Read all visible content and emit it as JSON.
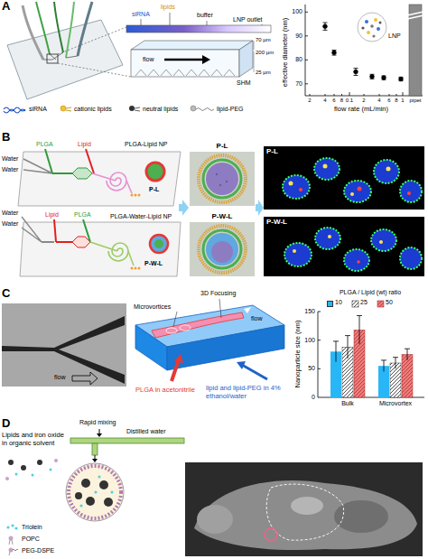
{
  "diagram": {
    "nodes": [
      {
        "text": [
          "P-L"
        ]
      },
      {
        "text": [
          "P-L"
        ]
      },
      {
        "text": [
          "P-W-L"
        ]
      },
      {
        "text": [
          "P-W-L"
        ]
      }
    ],
    "labels": [
      "A",
      "siRNA",
      "lipids",
      "buffer",
      "LNP outlet",
      "flow",
      "SHM",
      "70 µm",
      "200 µm",
      "25 µm",
      "effective diameter (nm)",
      "100",
      "90",
      "80",
      "70",
      "2",
      "4",
      "6",
      "8",
      "0.1",
      "2",
      "4",
      "6",
      "8",
      "1",
      "pipet",
      "flow rate (mL/min)",
      "LNP",
      "B",
      "Water",
      "Water",
      "PLGA",
      "Lipid",
      "PLGA-Lipid NP",
      "P-L",
      "Water",
      "Water",
      "Lipid",
      "PLGA",
      "PLGA-Water-Lipid NP",
      "P-W-L",
      "C",
      "flow",
      "3D Focusing",
      "Microvortices",
      "flow",
      "PLGA in acetonitrile",
      "lipid and lipid-PEG in 4% ethanol/water",
      "PLGA / Lipid (wt) ratio",
      "Nanoparticle size (nm)",
      "150",
      "100",
      "50",
      "0",
      "Bulk",
      "Microvortex",
      "D",
      "Rapid mixing",
      "Distilled water",
      "Lipids and iron oxide in organic solvent"
    ],
    "legend": [
      {
        "text": "siRNA"
      },
      {
        "text": "cationic lipids"
      },
      {
        "text": "neutral lipids"
      },
      {
        "text": "lipid-PEG"
      },
      {
        "text": "10",
        "color": "#29b6f6"
      },
      {
        "text": "25"
      },
      {
        "text": "50"
      },
      {
        "text": "Triolein"
      },
      {
        "text": "POPC"
      },
      {
        "text": "PEG-DSPE"
      }
    ]
  }
}
